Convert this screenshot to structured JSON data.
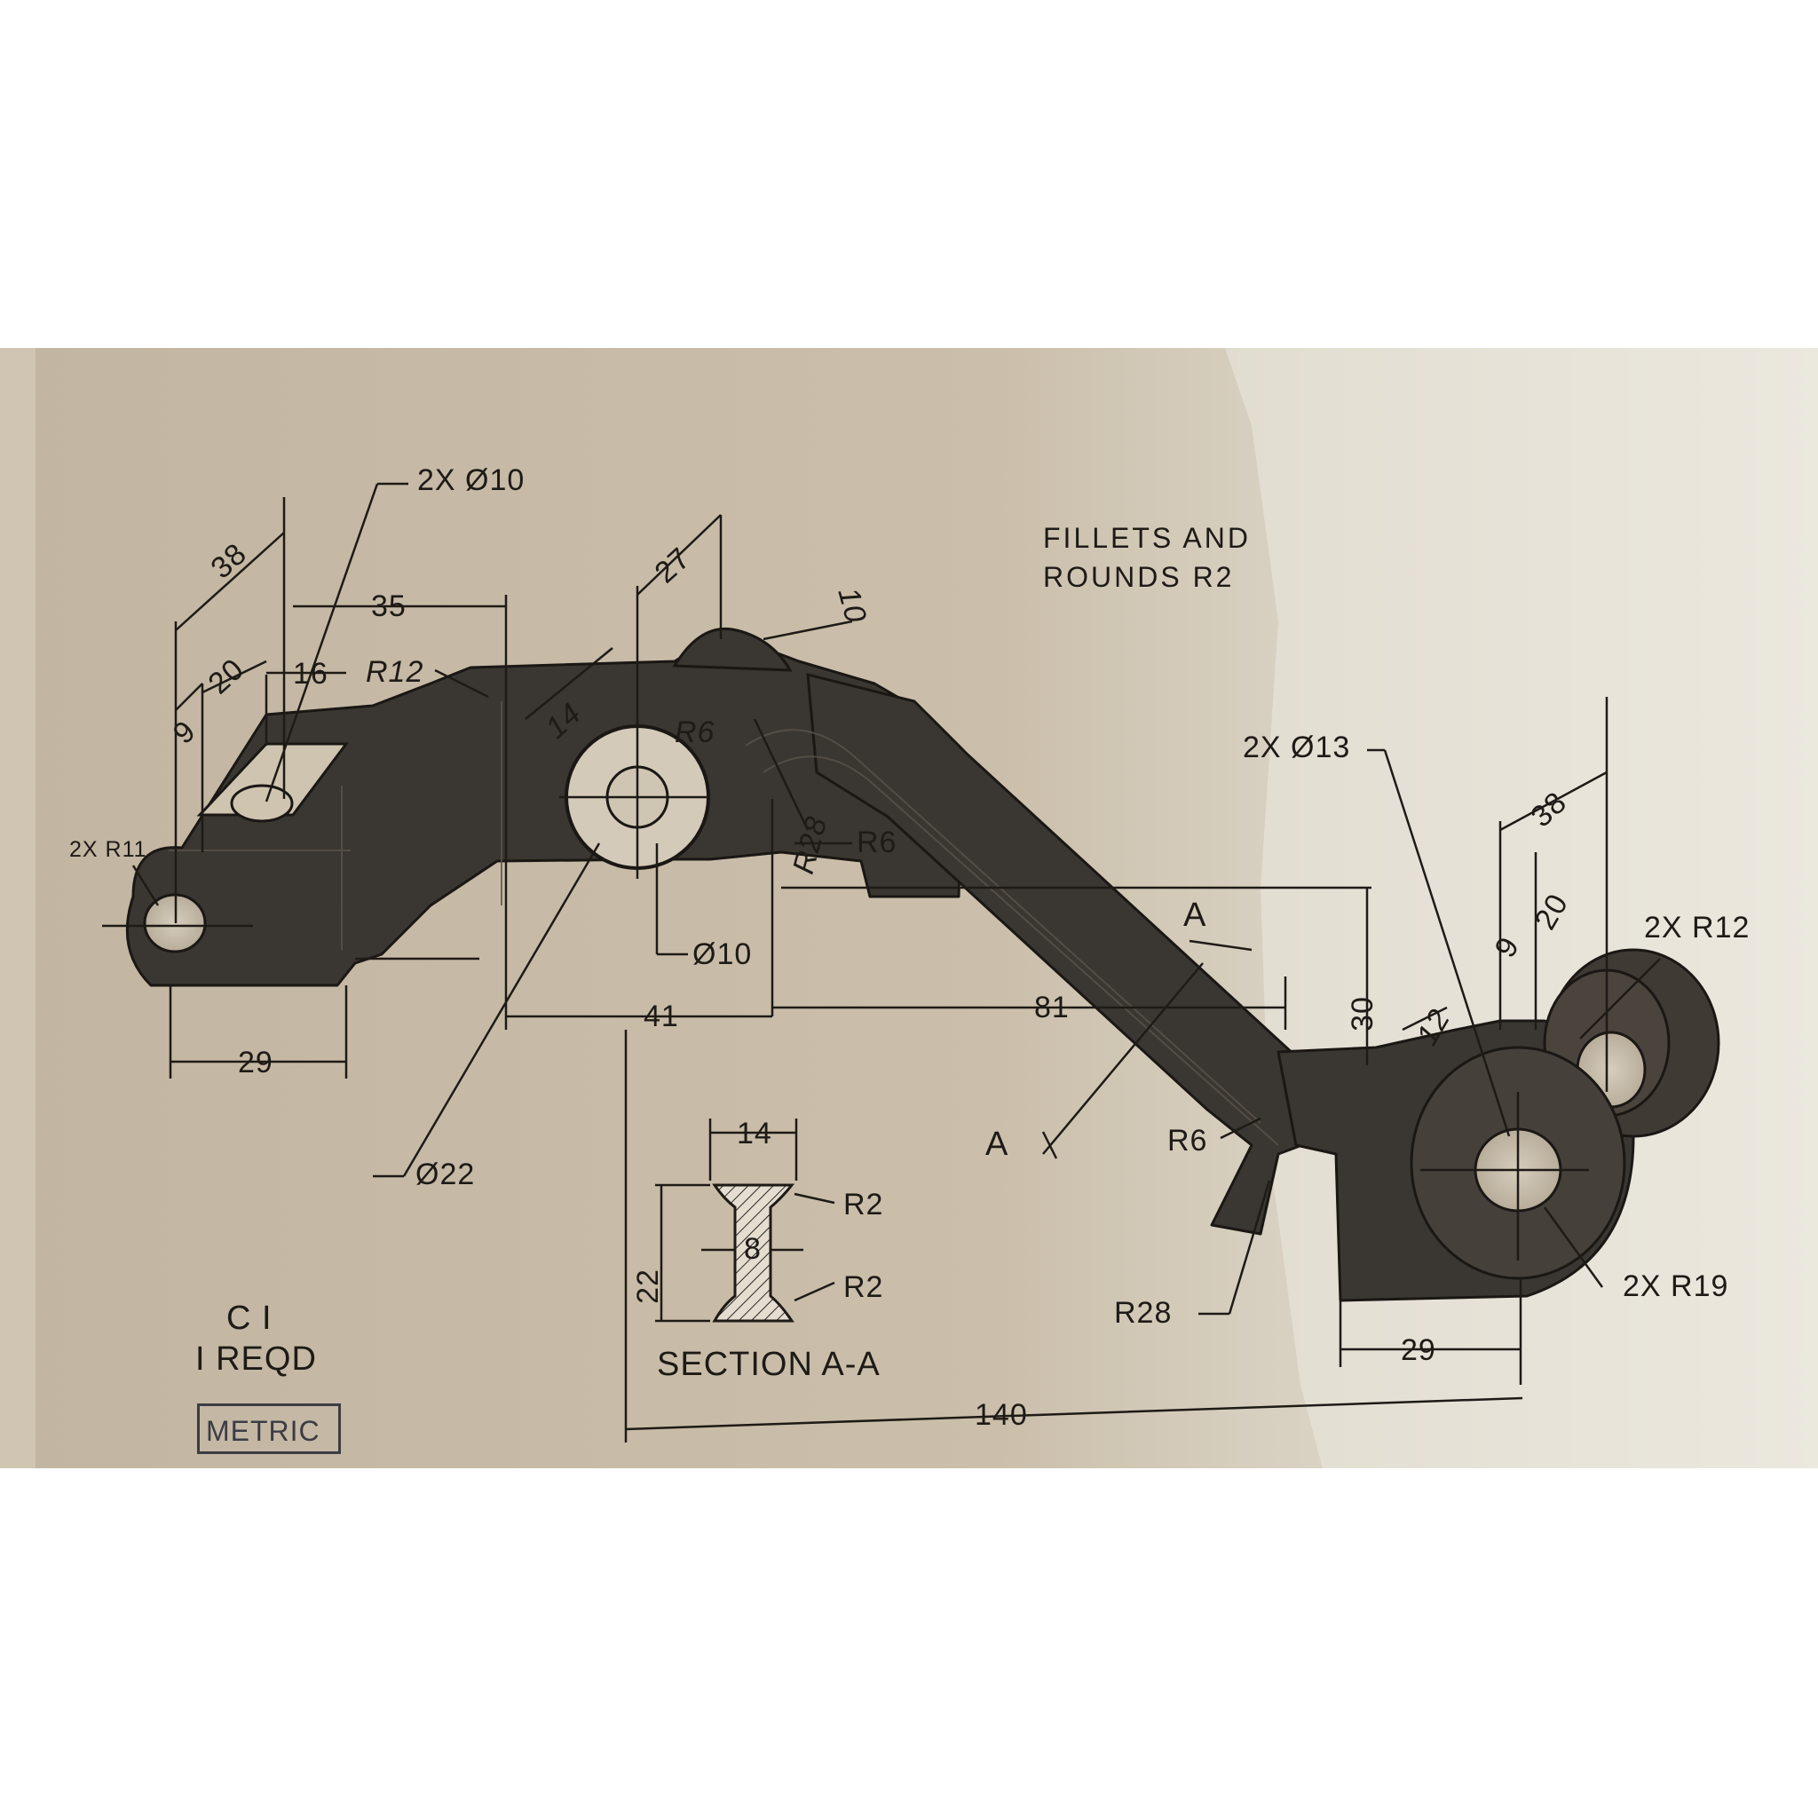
{
  "notes": {
    "fillets_line1": "FILLETS AND",
    "fillets_line2": "ROUNDS R2",
    "part_no": "C I",
    "qty": "I REQD",
    "units": "METRIC",
    "section_title": "SECTION A-A",
    "section_mark_upper": "A",
    "section_mark_lower": "A"
  },
  "dims": {
    "d38_left": "38",
    "d9_left": "9",
    "d20_left": "20",
    "d16": "16",
    "r12_left": "R12",
    "d35": "35",
    "hole10_2x": "2X Ø10",
    "r11_2x": "2X R11",
    "d29_left": "29",
    "d22_dia": "Ø22",
    "d10_dia": "Ø10",
    "d41": "41",
    "d27": "27",
    "d14_boss": "14",
    "r6_boss": "R6",
    "d10_top": "10",
    "r28_top": "R28",
    "r6_mid": "R6",
    "d81": "81",
    "d30": "30",
    "d13_2x": "2X Ø13",
    "d38_right": "38",
    "d20_right": "20",
    "d9_right": "9",
    "r12_2x": "2X R12",
    "d12": "12",
    "r6_low": "R6",
    "r28_low": "R28",
    "r19_2x": "2X R19",
    "d29_right": "29",
    "d140": "140",
    "sec_14": "14",
    "sec_22": "22",
    "sec_8": "8",
    "sec_r2_top": "R2",
    "sec_r2_bot": "R2"
  },
  "colors": {
    "paper": "#c9bba6",
    "paper_light": "#e8e4d8",
    "ink": "#1e1a16",
    "part_fill": "#3a3631"
  }
}
